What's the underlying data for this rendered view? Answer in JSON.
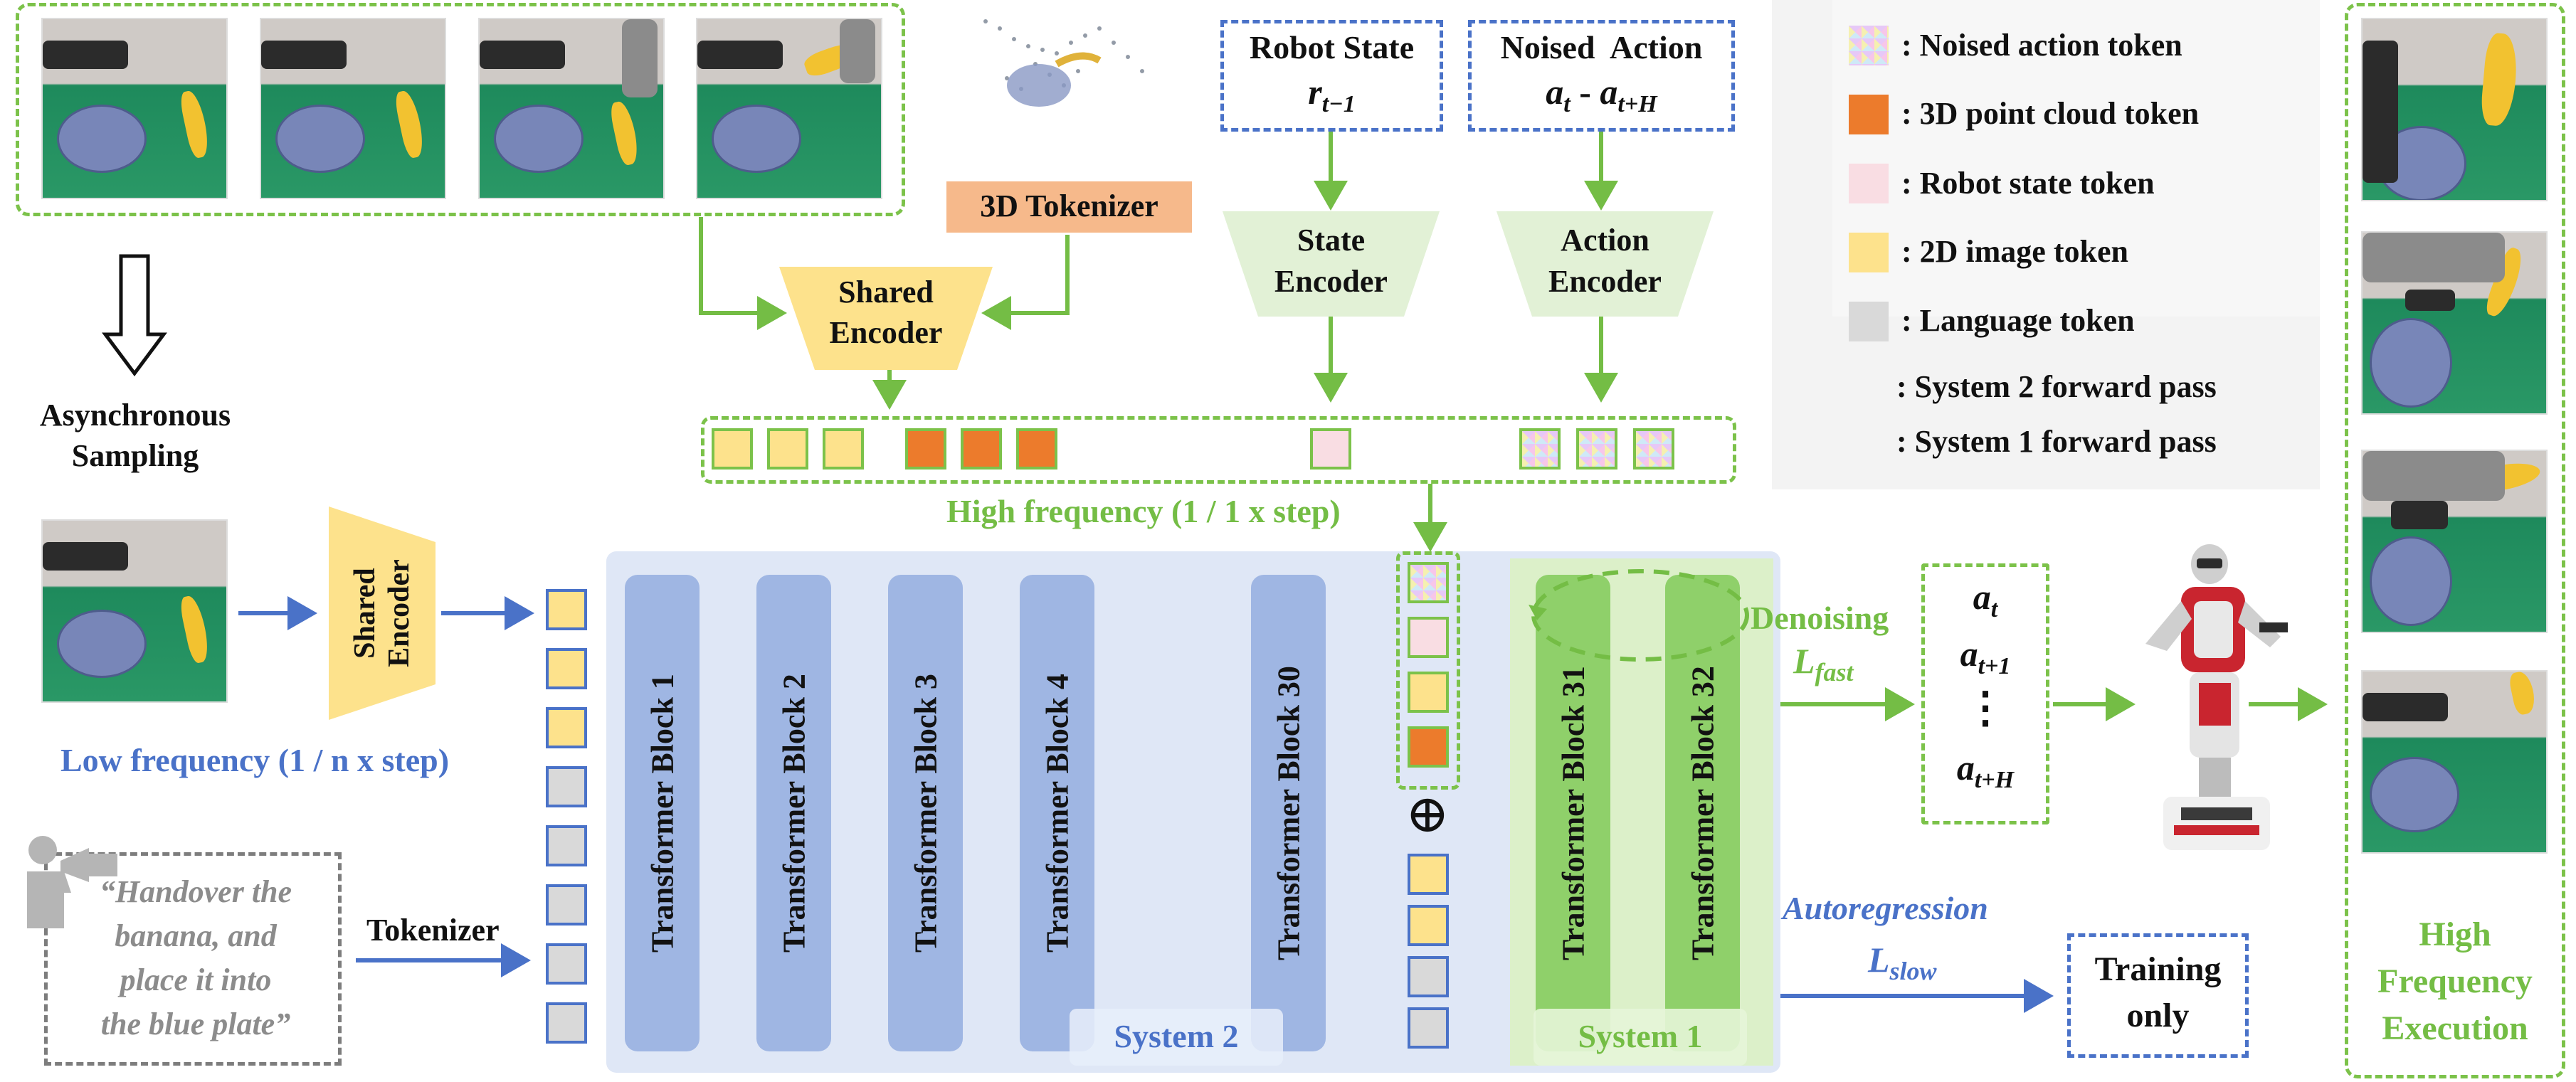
{
  "colors": {
    "green": "#74bd45",
    "blue": "#4a72c8",
    "system2_bg": "#dfe7f6",
    "system1_bg": "#dcf0c9",
    "image_token": "#fde28c",
    "pointcloud_token": "#ec7b2c",
    "robot_state_token": "#f9dde3",
    "language_token": "#d9d9d9",
    "tokenizer_3d": "#f6b98b",
    "encoder_yellow": "#fde28c",
    "encoder_green": "#e2f1d6"
  },
  "left": {
    "async_label_line1": "Asynchronous",
    "async_label_line2": "Sampling",
    "shared_encoder_line1": "Shared",
    "shared_encoder_line2": "Encoder",
    "low_freq_label": "Low frequency (1 / n x step)",
    "instruction_lines": [
      "“Handover the",
      "banana, and",
      "place it into",
      "the blue plate”"
    ],
    "tokenizer_label": "Tokenizer"
  },
  "top": {
    "tokenizer_3d": "3D Tokenizer",
    "shared_encoder_line1": "Shared",
    "shared_encoder_line2": "Encoder",
    "robot_state_title": "Robot State",
    "robot_state_symbol": "r",
    "robot_state_sub": "t−1",
    "noised_action_title": "Noised  Action",
    "noised_action_a": "a",
    "noised_action_sub1": "t",
    "noised_action_mid": " - ",
    "noised_action_sub2": "t+H",
    "state_encoder_line1": "State",
    "state_encoder_line2": "Encoder",
    "action_encoder_line1": "Action",
    "action_encoder_line2": "Encoder",
    "high_freq_label": "High frequency (1 / 1 x step)"
  },
  "legend": {
    "items": [
      ": Noised action token",
      ": 3D point cloud token",
      ": Robot state token",
      ": 2D image token",
      ": Language token"
    ],
    "system2_pass": ": System 2 forward pass",
    "system1_pass": ": System 1 forward pass"
  },
  "blocks": {
    "system2": [
      "Transformer Block 1",
      "Transformer Block 2",
      "Transformer Block 3",
      "Transformer Block 4",
      "Transformer Block 30"
    ],
    "system1": [
      "Transformer Block 31",
      "Transformer Block 32"
    ],
    "system2_label": "System 2",
    "system1_label": "System 1",
    "plus_symbol": "⊕"
  },
  "outputs": {
    "denoising_label": "Denoising",
    "l_fast_L": "L",
    "l_fast_sub": "fast",
    "autoregression_label": "Autoregression",
    "l_slow_L": "L",
    "l_slow_sub": "slow",
    "actions": [
      {
        "base": "a",
        "sub": "t"
      },
      {
        "base": "a",
        "sub": "t+1"
      },
      {
        "base": "a",
        "sub": "t+H"
      }
    ],
    "vdots": "⋮",
    "training_only_line1": "Training",
    "training_only_line2": "only"
  },
  "right": {
    "execution_line1": "High",
    "execution_line2": "Frequency",
    "execution_line3": "Execution"
  }
}
